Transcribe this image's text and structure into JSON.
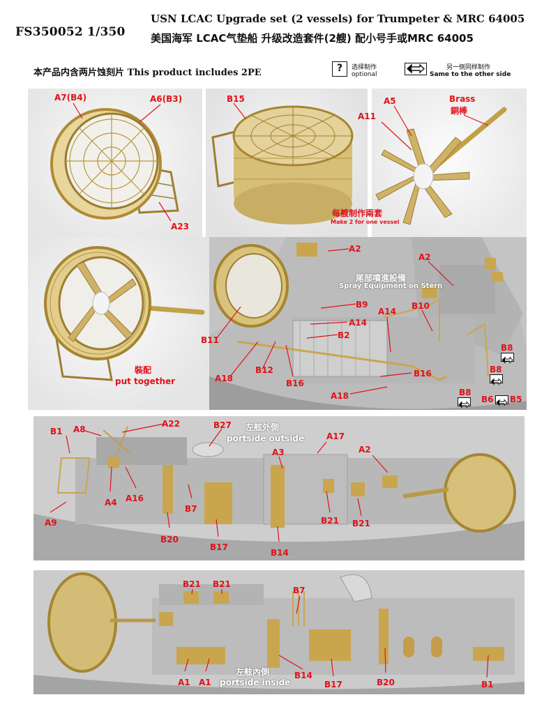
{
  "header": {
    "code": "FS350052 1/350",
    "title_en": "USN LCAC Upgrade set (2 vessels) for Trumpeter & MRC 64005",
    "title_cn": "美国海军 LCAC气垫船 升级改造套件(2艘) 配小号手或MRC 64005",
    "pe_note": "本产品内含两片蚀刻片 This product includes 2PE"
  },
  "legend": {
    "optional_symbol": "?",
    "optional_cn": "选择制作",
    "optional_en": "optional",
    "same_cn": "另一侧同样制作",
    "same_en": "Same to the other side"
  },
  "colors": {
    "label": "#e0121a",
    "brass": "#c9a64e",
    "resin": "#b9b9b9"
  },
  "labels": {
    "a7b4": "A7(B4)",
    "a6b3": "A6(B3)",
    "a23": "A23",
    "b15": "B15",
    "a11": "A11",
    "a5": "A5",
    "brass_en": "Brass",
    "brass_cn": "銅棒",
    "make2_cn": "每艘制作兩套",
    "make2_en": "Make 2 for one vessel",
    "assemble_cn": "裝配",
    "assemble_en": "put together",
    "spray_cn": "尾部噴進設備",
    "spray_en": "Spray Equipment on Stern",
    "p5_a2a": "A2",
    "p5_a2b": "A2",
    "p5_b9": "B9",
    "p5_a14a": "A14",
    "p5_a14b": "A14",
    "p5_b10": "B10",
    "p5_b2": "B2",
    "p5_b11": "B11",
    "p5_a18a": "A18",
    "p5_b12": "B12",
    "p5_b16a": "B16",
    "p5_b16b": "B16",
    "p5_a18b": "A18",
    "p5_b8a": "B8",
    "p5_b8b": "B8",
    "p5_b8c": "B8",
    "p5_b6": "B6",
    "p5_b5": "B5",
    "p6_b1": "B1",
    "p6_a8": "A8",
    "p6_a22": "A22",
    "p6_b27": "B27",
    "portside_out_cn": "左舷外側",
    "portside_out_en": "portside outside",
    "p6_a17": "A17",
    "p6_a3": "A3",
    "p6_a2": "A2",
    "p6_a4": "A4",
    "p6_a16": "A16",
    "p6_b7": "B7",
    "p6_a9": "A9",
    "p6_b20": "B20",
    "p6_b17": "B17",
    "p6_b14": "B14",
    "p6_b21a": "B21",
    "p6_b21b": "B21",
    "p7_b21a": "B21",
    "p7_b21b": "B21",
    "p7_b7": "B7",
    "portside_in_cn": "左舷內側",
    "portside_in_en": "portside inside",
    "p7_a1a": "A1",
    "p7_a1b": "A1",
    "p7_b14": "B14",
    "p7_b17": "B17",
    "p7_b20": "B20",
    "p7_b1": "B1"
  }
}
